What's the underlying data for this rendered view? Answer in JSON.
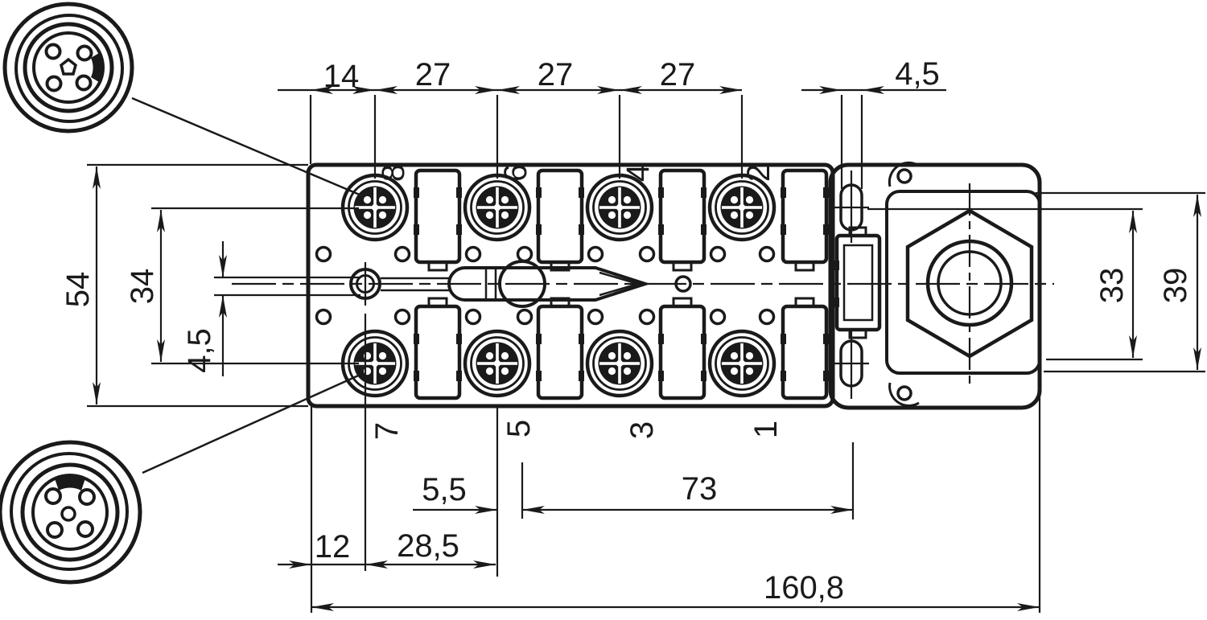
{
  "drawing": {
    "kind": "dimensioned technical drawing",
    "subject": "8-port M12 sensor/actuator distribution box, top view with two enlarged M12 connector-face details",
    "decimal_style": "comma"
  },
  "colors": {
    "ink": "#1a1a1a",
    "background": "#ffffff"
  },
  "dims": {
    "top": [
      "14",
      "27",
      "27",
      "27"
    ],
    "top_right": "4,5",
    "left_height": "54",
    "left_row_spacing": "34",
    "left_slot_width": "4,5",
    "right_inner": "33",
    "right_outer": "39",
    "bottom_offset_small": "5,5",
    "bottom_span": "73",
    "bottom_edge_offset": "12",
    "bottom_hole_offset": "28,5",
    "overall_length": "160,8"
  },
  "ports": {
    "top": [
      "8",
      "6",
      "4",
      "2"
    ],
    "bottom": [
      "7",
      "5",
      "3",
      "1"
    ]
  }
}
